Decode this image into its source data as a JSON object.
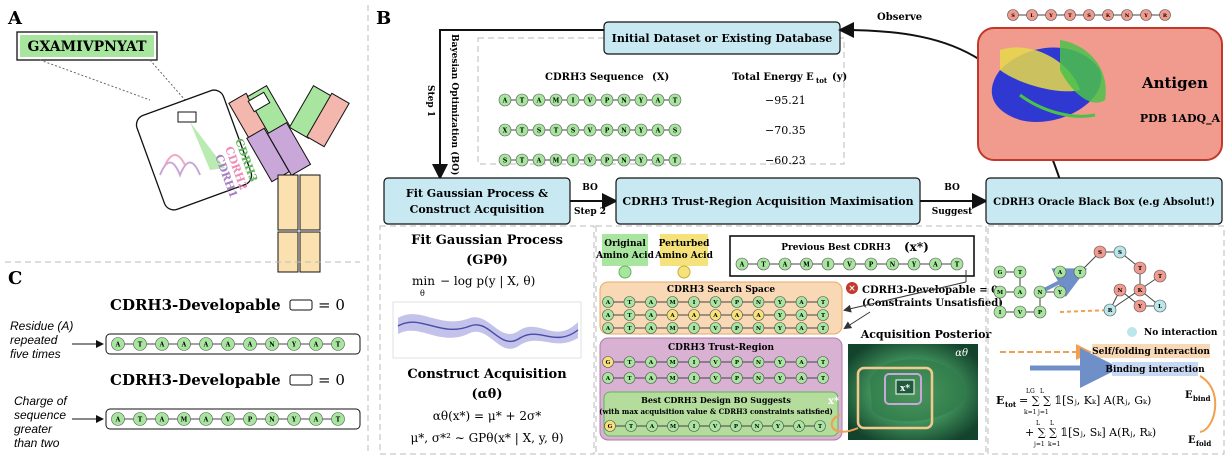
{
  "panels": {
    "a": "A",
    "b": "B",
    "c": "C"
  },
  "panel_a": {
    "sequence": "GXAMIVPNYAT",
    "cdr_labels": [
      "CDRH3",
      "CDRH2",
      "CDRH1"
    ]
  },
  "bo": {
    "observe": "Observe",
    "step1_a": "Step 1",
    "step1_b": "Bayesian Optimization (BO)",
    "step2_a": "BO",
    "step2_b": "Step 2",
    "suggest_a": "BO",
    "suggest_b": "Suggest"
  },
  "boxes": {
    "dataset": "Initial Dataset or Existing Database",
    "fit_gp_1": "Fit Gaussian Process &",
    "fit_gp_2": "Construct Acquisition",
    "trust_region": "CDRH3 Trust-Region Acquisition Maximisation",
    "oracle": "CDRH3 Oracle Black Box (e.g Absolut!)"
  },
  "dataset_table": {
    "col_seq": "CDRH3 Sequence",
    "col_seq_sym": "(X)",
    "col_energy": "Total Energy E",
    "col_energy_sub": "tot",
    "col_energy_sym": "(y)",
    "rows": [
      {
        "seq": [
          "A",
          "T",
          "A",
          "M",
          "I",
          "V",
          "P",
          "N",
          "Y",
          "A",
          "T"
        ],
        "energy": "−95.21"
      },
      {
        "seq": [
          "X",
          "T",
          "S",
          "T",
          "S",
          "V",
          "P",
          "N",
          "Y",
          "A",
          "S"
        ],
        "energy": "−70.35"
      },
      {
        "seq": [
          "S",
          "T",
          "A",
          "M",
          "I",
          "V",
          "P",
          "N",
          "Y",
          "A",
          "T"
        ],
        "energy": "−60.23"
      }
    ]
  },
  "gp_panel": {
    "title": "Fit Gaussian Process",
    "gp_symbol": "(GPθ)",
    "objective_min": "min",
    "objective_sub": "θ",
    "objective": "− log p(y | X, θ)",
    "acq_title": "Construct Acquisition",
    "acq_symbol": "(αθ)",
    "acq_formula": "αθ(x*) = μ* + 2σ*",
    "acq_post": "μ*, σ*² ∼ GPθ(x* | X, y, θ)"
  },
  "trust_panel": {
    "legend_original": [
      "Original",
      "Amino Acid"
    ],
    "legend_perturbed": [
      "Perturbed",
      "Amino Acid"
    ],
    "prev_best": "Previous Best CDRH3",
    "prev_best_sym": "(x*)",
    "prev_best_seq": [
      "A",
      "T",
      "A",
      "M",
      "I",
      "V",
      "P",
      "N",
      "Y",
      "A",
      "T"
    ],
    "search_space": "CDRH3 Search Space",
    "search_rows": [
      [
        "A",
        "T",
        "A",
        "M",
        "I",
        "V",
        "P",
        "N",
        "Y",
        "A",
        "T"
      ],
      [
        "A",
        "T",
        "A",
        "A",
        "A",
        "A",
        "A",
        "A",
        "Y",
        "A",
        "T"
      ],
      [
        "A",
        "T",
        "A",
        "M",
        "I",
        "V",
        "P",
        "N",
        "Y",
        "A",
        "T"
      ]
    ],
    "search_perturbed": [
      [],
      [
        3,
        4,
        5,
        6,
        7
      ],
      []
    ],
    "constraint_a": "CDRH3-Developable = 0",
    "constraint_b": "(Constraints Unsatisfied)",
    "trust_region": "CDRH3 Trust-Region",
    "trust_rows": [
      [
        "G",
        "T",
        "A",
        "M",
        "I",
        "V",
        "P",
        "N",
        "Y",
        "A",
        "T"
      ],
      [
        "A",
        "T",
        "A",
        "M",
        "I",
        "V",
        "P",
        "N",
        "Y",
        "A",
        "T"
      ]
    ],
    "trust_perturbed": [
      [
        0
      ],
      []
    ],
    "best_title": "Best CDRH3 Design BO Suggests",
    "best_sub": "(with max acquisition value & CDRH3 constraints satisfied)",
    "best_seq": [
      "G",
      "T",
      "A",
      "M",
      "I",
      "V",
      "P",
      "N",
      "Y",
      "A",
      "T"
    ],
    "best_perturbed": [
      0
    ],
    "best_sym": "x*",
    "posterior_title": "Acquisition Posterior",
    "posterior_sym": "αθ",
    "posterior_x": "x*"
  },
  "antigen": {
    "title": "Antigen",
    "pdb": "PDB 1ADQ_A",
    "top_seq": [
      "S",
      "L",
      "Y",
      "T",
      "S",
      "K",
      "N",
      "Y",
      "R"
    ]
  },
  "oracle_panel": {
    "lattice_nodes": [
      "G",
      "T",
      "A",
      "M",
      "I",
      "V",
      "P",
      "N",
      "Y",
      "A",
      "T",
      "S",
      "S",
      "T",
      "K",
      "L",
      "Y",
      "N",
      "R",
      "T"
    ],
    "legend_none": "No interaction",
    "legend_self": "Self/folding interaction",
    "legend_bind": "Binding interaction",
    "eq1_lhs": "E",
    "eq1_lhs_sub": "tot",
    "eq1": "= ∑ ∑ 𝟙[Sⱼ, Kₖ] A(Rⱼ, Gₖ)",
    "eq1_sum1": "k=1",
    "eq1_sum1_top": "LG",
    "eq1_sum2": "j=1",
    "eq1_sum2_top": "L",
    "eq1_tag": "E",
    "eq1_tag_sub": "bind",
    "eq2": "+ ∑ ∑ 𝟙[Sⱼ, Sₖ] A(Rⱼ, Rₖ)",
    "eq2_sum1": "j=1",
    "eq2_sum1_top": "L",
    "eq2_sum2": "k=1",
    "eq2_sum2_top": "L",
    "eq2_tag": "E",
    "eq2_tag_sub": "fold"
  },
  "panel_c": {
    "dev_label": "CDRH3-Developable",
    "dev_eq": "= 0",
    "ex1_lines": [
      "Residue (A)",
      "repeated",
      "five times"
    ],
    "ex1_seq": [
      "A",
      "T",
      "A",
      "A",
      "A",
      "A",
      "A",
      "N",
      "Y",
      "A",
      "T"
    ],
    "ex2_lines": [
      "Charge of",
      "sequence",
      "greater",
      "than two"
    ],
    "ex2_seq": [
      "A",
      "T",
      "A",
      "M",
      "A",
      "V",
      "P",
      "N",
      "Y",
      "A",
      "T"
    ]
  },
  "colors": {
    "green": "#a8e6a0",
    "green_dark": "#5fb55a",
    "yellow": "#f6e27a",
    "orange": "#f4c98d",
    "blue_box": "#c9e9f2",
    "pink": "#f4b7ae",
    "purple": "#c9a7d8",
    "red_node": "#f19a8e",
    "teal": "#b9e7ea",
    "posterior_dark": "#1f5a3d"
  }
}
